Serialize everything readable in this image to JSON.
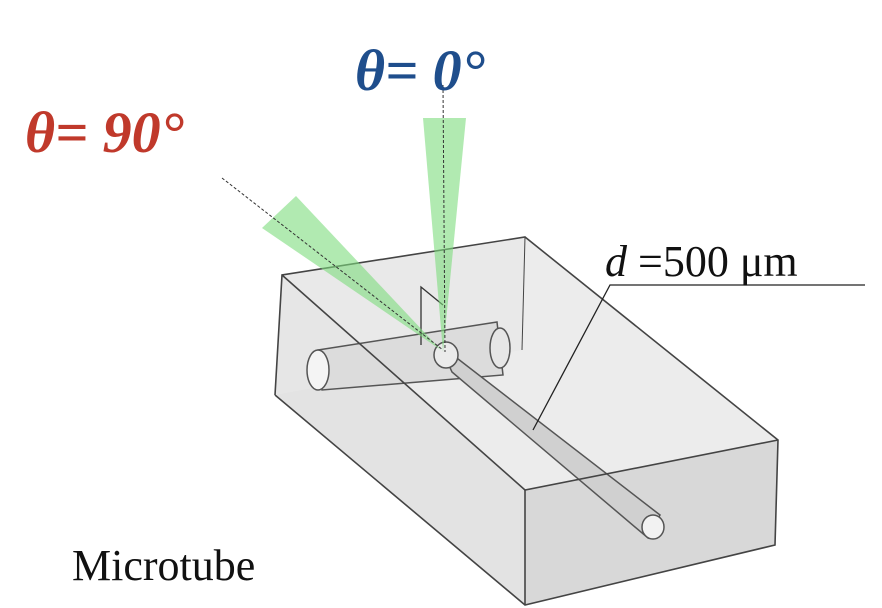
{
  "labels": {
    "theta0": "θ= 0°",
    "theta90": "θ= 90°",
    "diameter": "d =500 μm",
    "diameter_var": "d",
    "diameter_value": " =500 μm",
    "device": "Microtube"
  },
  "colors": {
    "theta0": "#1f4e8c",
    "theta90": "#c0392b",
    "beam": "#7ddc7d",
    "box_fill": "#d9d9d9",
    "edge": "#444444"
  }
}
